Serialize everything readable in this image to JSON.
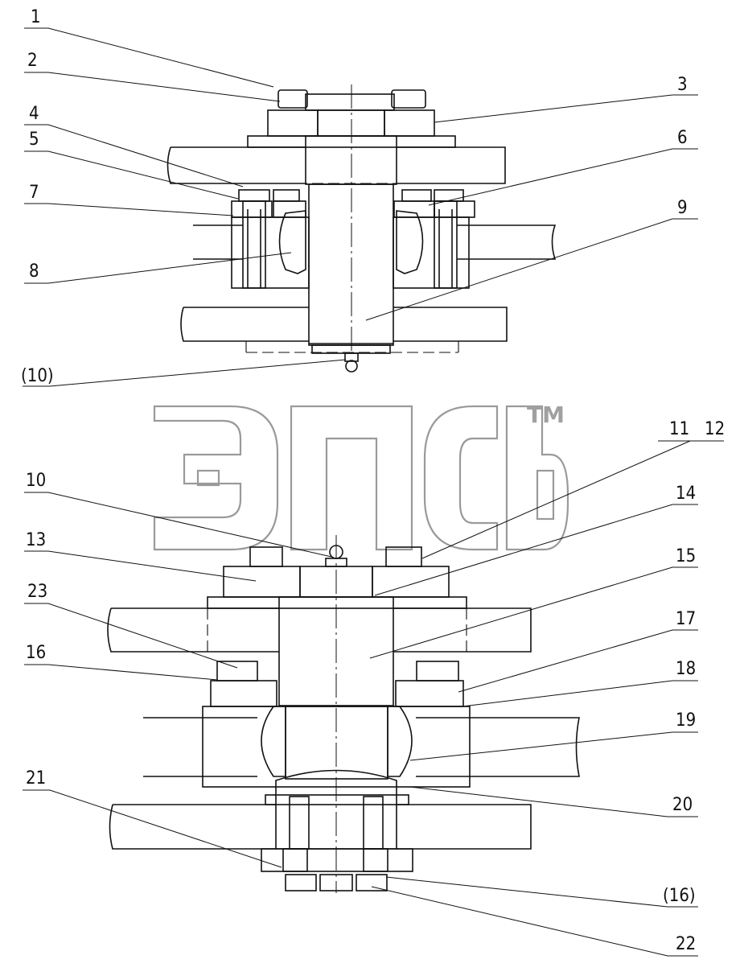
{
  "labels": {
    "l1": "1",
    "l2": "2",
    "l3": "3",
    "l4": "4",
    "l5": "5",
    "l6": "6",
    "l7": "7",
    "l8": "8",
    "l9": "9",
    "l10a": "(10)",
    "l10": "10",
    "l11": "11",
    "l12": "12",
    "l13": "13",
    "l14": "14",
    "l15": "15",
    "l16": "16",
    "l16b": "(16)",
    "l17": "17",
    "l18": "18",
    "l19": "19",
    "l20": "20",
    "l21": "21",
    "l22": "22",
    "l23": "23"
  },
  "watermark": {
    "trademark": "TM"
  }
}
